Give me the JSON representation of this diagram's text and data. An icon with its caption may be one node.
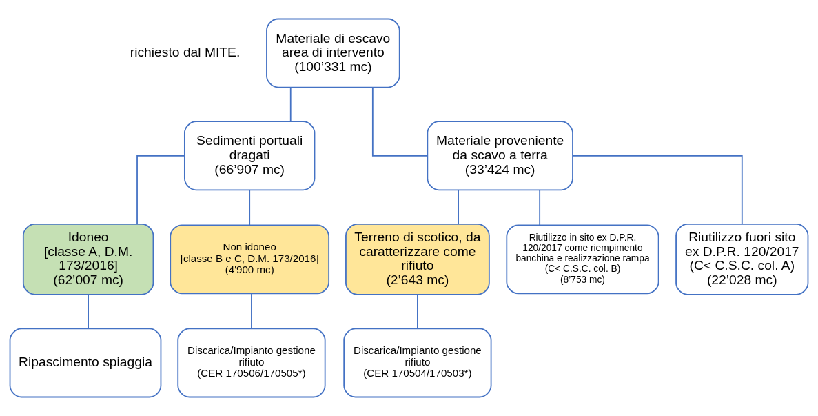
{
  "diagram": {
    "nodes": [
      {
        "text": [
          "Materiale di escavo area di intervento",
          "(100’331 mc)"
        ]
      },
      {
        "text": [
          "Sedimenti portuali dragati",
          "(66’907 mc)"
        ]
      },
      {
        "text": [
          "Materiale proveniente da scavo a terra",
          "(33’424 mc)"
        ]
      },
      {
        "text": [
          "Idoneo",
          "[classe A, D.M. 173/2016]",
          "(62’007 mc)"
        ]
      },
      {
        "text": [
          "Non idoneo",
          "[classe B e C, D.M. 173/2016]",
          "(4'900 mc)"
        ]
      },
      {
        "text": [
          "Terreno di scotico, da caratterizzare come rifiuto",
          "(2’643 mc)"
        ]
      },
      {
        "text": [
          "Riutilizzo in sito ex D.P.R. 120/2017 come riempimento banchina e realizzazione rampa",
          "(C< C.S.C. col. B)",
          "(8’753 mc)"
        ]
      },
      {
        "text": [
          "Riutilizzo fuori sito ex D.P.R. 120/2017",
          "(C< C.S.C. col. A)",
          "(22’028 mc)"
        ]
      },
      {
        "text": [
          "Ripascimento spiaggia"
        ]
      },
      {
        "text": [
          "Discarica/Impianto gestione rifiuto",
          "(CER 170506/170505*)"
        ]
      },
      {
        "text": [
          "Discarica/Impianto gestione rifiuto",
          "(CER 170504/170503*)"
        ]
      }
    ],
    "edges": [
      {
        "from": 0,
        "to": 1,
        "arrow": "none"
      },
      {
        "from": 0,
        "to": 2,
        "arrow": "none"
      },
      {
        "from": 1,
        "to": 3,
        "arrow": "none"
      },
      {
        "from": 1,
        "to": 4,
        "arrow": "none"
      },
      {
        "from": 2,
        "to": 5,
        "arrow": "none"
      },
      {
        "from": 2,
        "to": 6,
        "arrow": "none"
      },
      {
        "from": 2,
        "to": 7,
        "arrow": "none"
      },
      {
        "from": 3,
        "to": 8,
        "arrow": "none"
      },
      {
        "from": 4,
        "to": 9,
        "arrow": "none"
      },
      {
        "from": 5,
        "to": 10,
        "arrow": "none"
      }
    ],
    "labels": [
      "richiesto dal MITE."
    ]
  }
}
